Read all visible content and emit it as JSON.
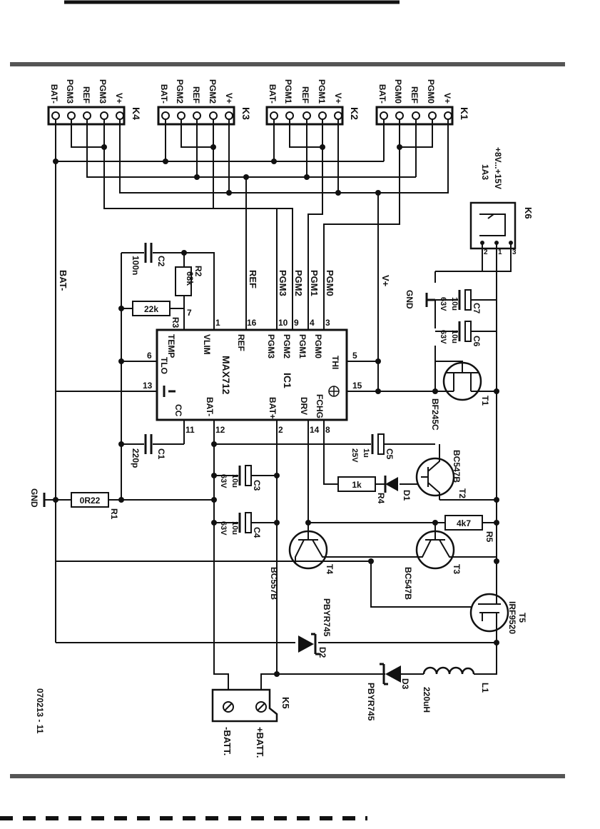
{
  "drawing_number": "070213 - 11",
  "ic": {
    "name": "MAX712",
    "ref": "IC1",
    "pins_left": [
      "TLO",
      "TEMP",
      "VLIM",
      "REF",
      "PGM3",
      "PGM2",
      "PGM1",
      "PGM0",
      "THI"
    ],
    "pins_right": [
      "CC",
      "BAT-",
      "BAT+",
      "DRV",
      "FCHG"
    ],
    "pin_numbers": [
      "6",
      "7",
      "1",
      "16",
      "10",
      "9",
      "4",
      "3",
      "5",
      "13",
      "11",
      "12",
      "2",
      "14",
      "8",
      "15"
    ]
  },
  "connectors": {
    "K1": {
      "name": "K1",
      "pins": [
        "V+",
        "PGM0",
        "REF",
        "PGM0",
        "BAT-"
      ]
    },
    "K2": {
      "name": "K2",
      "pins": [
        "V+",
        "PGM1",
        "REF",
        "PGM1",
        "BAT-"
      ]
    },
    "K3": {
      "name": "K3",
      "pins": [
        "V+",
        "PGM2",
        "REF",
        "PGM2",
        "BAT-"
      ]
    },
    "K4": {
      "name": "K4",
      "pins": [
        "V+",
        "PGM3",
        "REF",
        "PGM3",
        "BAT-"
      ]
    },
    "K5": {
      "name": "K5",
      "plus": "+BATT.",
      "minus": "-BATT."
    },
    "K6": {
      "name": "K6",
      "rating": "1A3",
      "voltage": "+8V...+15V",
      "pins": [
        "1",
        "2",
        "3"
      ]
    }
  },
  "nets": {
    "bat_minus": "BAT-",
    "ref": "REF",
    "pgm3": "PGM3",
    "pgm2": "PGM2",
    "pgm1": "PGM1",
    "pgm0": "PGM0",
    "vplus": "V+",
    "gnd": "GND"
  },
  "components": {
    "C1": {
      "ref": "C1",
      "value": "220p"
    },
    "C2": {
      "ref": "C2",
      "value": "100n"
    },
    "C3": {
      "ref": "C3",
      "value": "10u",
      "voltage": "63V"
    },
    "C4": {
      "ref": "C4",
      "value": "10u",
      "voltage": "63V"
    },
    "C5": {
      "ref": "C5",
      "value": "1u",
      "voltage": "25V"
    },
    "C6": {
      "ref": "C6",
      "value": "10u",
      "voltage": "63V"
    },
    "C7": {
      "ref": "C7",
      "value": "10u",
      "voltage": "63V"
    },
    "R1": {
      "ref": "R1",
      "value": "0R22"
    },
    "R2": {
      "ref": "R2",
      "value": "68k"
    },
    "R3": {
      "ref": "R3",
      "value": "22k"
    },
    "R4": {
      "ref": "R4",
      "value": "1k"
    },
    "R5": {
      "ref": "R5",
      "value": "4k7"
    },
    "T1": {
      "ref": "T1",
      "type": "BF245C"
    },
    "T2": {
      "ref": "T2",
      "type": "BC547B"
    },
    "T3": {
      "ref": "T3",
      "type": "BC547B"
    },
    "T4": {
      "ref": "T4",
      "type": "BC557B"
    },
    "T5": {
      "ref": "T5",
      "type": "IRF9520"
    },
    "D1": {
      "ref": "D1"
    },
    "D2": {
      "ref": "D2",
      "type": "PBYR745"
    },
    "D3": {
      "ref": "D3",
      "type": "PBYR745"
    },
    "L1": {
      "ref": "L1",
      "value": "220uH"
    }
  }
}
